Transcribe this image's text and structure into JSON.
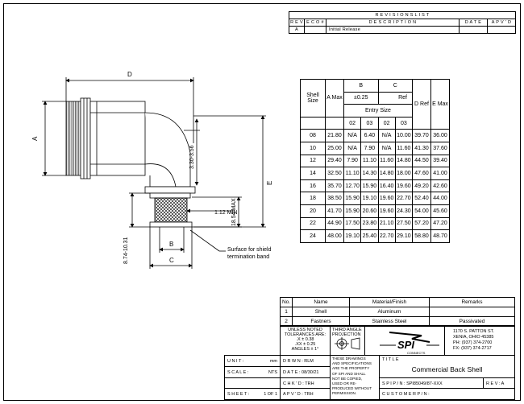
{
  "revisions": {
    "title": "R E V I S I O N S   L I S T",
    "headers": {
      "rev": "R E V",
      "eco": "E C O #",
      "description": "D E S C R I P T I O N",
      "date": "D A T E",
      "approved": "A P V ' D"
    },
    "rows": [
      {
        "rev": "A",
        "eco": "",
        "description": "Initial Release",
        "date": "",
        "approved": ""
      }
    ]
  },
  "drawing": {
    "dim_labels": {
      "d": "D",
      "a": "A",
      "e": "E",
      "b": "B",
      "c": "C",
      "height_range": "3.30-3.56",
      "min": "1.12 MIN",
      "max": "18.54 MAX",
      "side": "8.74-10.31"
    },
    "callout": "Surface for shield termination band"
  },
  "dimension_table": {
    "headers": {
      "shell": "Shell Size",
      "a": "A Max",
      "b": "B",
      "c": "C",
      "tol": "±0.25",
      "ref": "Ref",
      "entry": "Entry Size",
      "d": "D Ref",
      "e": "E Max",
      "sub": [
        "02",
        "03",
        "02",
        "03"
      ]
    },
    "rows": [
      [
        "08",
        "21.80",
        "N/A",
        "6.40",
        "N/A",
        "10.00",
        "39.70",
        "36.00"
      ],
      [
        "10",
        "25.00",
        "N/A",
        "7.90",
        "N/A",
        "11.60",
        "41.30",
        "37.60"
      ],
      [
        "12",
        "29.40",
        "7.90",
        "11.10",
        "11.60",
        "14.80",
        "44.50",
        "39.40"
      ],
      [
        "14",
        "32.50",
        "11.10",
        "14.30",
        "14.80",
        "18.00",
        "47.60",
        "41.00"
      ],
      [
        "16",
        "35.70",
        "12.70",
        "15.90",
        "16.40",
        "19.60",
        "49.20",
        "42.60"
      ],
      [
        "18",
        "38.50",
        "15.90",
        "19.10",
        "19.60",
        "22.70",
        "52.40",
        "44.00"
      ],
      [
        "20",
        "41.70",
        "15.90",
        "20.60",
        "19.60",
        "24.30",
        "54.00",
        "45.60"
      ],
      [
        "22",
        "44.90",
        "17.50",
        "23.80",
        "21.10",
        "27.50",
        "57.20",
        "47.20"
      ],
      [
        "24",
        "48.00",
        "19.10",
        "25.40",
        "22.70",
        "29.10",
        "58.80",
        "48.70"
      ]
    ]
  },
  "materials": {
    "headers": {
      "no": "No.",
      "name": "Name",
      "material": "Material/Finish",
      "remarks": "Remarks"
    },
    "rows": [
      {
        "no": "1",
        "name": "Shell",
        "material": "Aluminum",
        "remarks": ""
      },
      {
        "no": "2",
        "name": "Fastners",
        "material": "Stainless Steel",
        "remarks": "Passivated"
      }
    ]
  },
  "title_block": {
    "tolerances": [
      "UNLESS NOTED",
      "TOLERANCES ARE:",
      ".X   ± 0.38",
      ".XX  ± 0.25",
      "ANGLES  ± 1°"
    ],
    "projection": [
      "THIRD ANGLE",
      "PROJECTION"
    ],
    "logo_text": "SPI",
    "logo_sub": "CONNECTS",
    "address": [
      "1170 S. PATTON ST.",
      "XENIA, OHIO 45385",
      "PH: (937) 374-2700",
      "FX: (937) 374-2717"
    ],
    "unit_label": "U N I T :",
    "unit": "mm",
    "scale_label": "S C A L E :",
    "scale": "NTS",
    "sheet_label": "S H E E T :",
    "sheet": "1 OF 1",
    "drawn_label": "D R W N :",
    "drawn": "RLM",
    "date_label": "D A T E :",
    "date": "08/30/21",
    "checked_label": "C H K ' D :",
    "checked": "TRH",
    "approved_label": "A P V ' D :",
    "approved": "TRH",
    "property": [
      "THESE DRAWINGS",
      "AND SPECIFICATIONS",
      "ARE THE PROPERTY",
      "OF SPI AND SHALL",
      "NOT BE COPIED,",
      "USED OR RE-",
      "PRODUCED WITHOUT",
      "PERMISSION."
    ],
    "title_label": "T I T L E",
    "title": "Commercial Back Shell",
    "spi_pn_label": "S P I  P / N :",
    "spi_pn": "SPI85049/87-XXX",
    "rev_label": "R E V :",
    "rev": "A",
    "customer_label": "C U S T O M E R  P / N :",
    "customer_pn": ""
  }
}
